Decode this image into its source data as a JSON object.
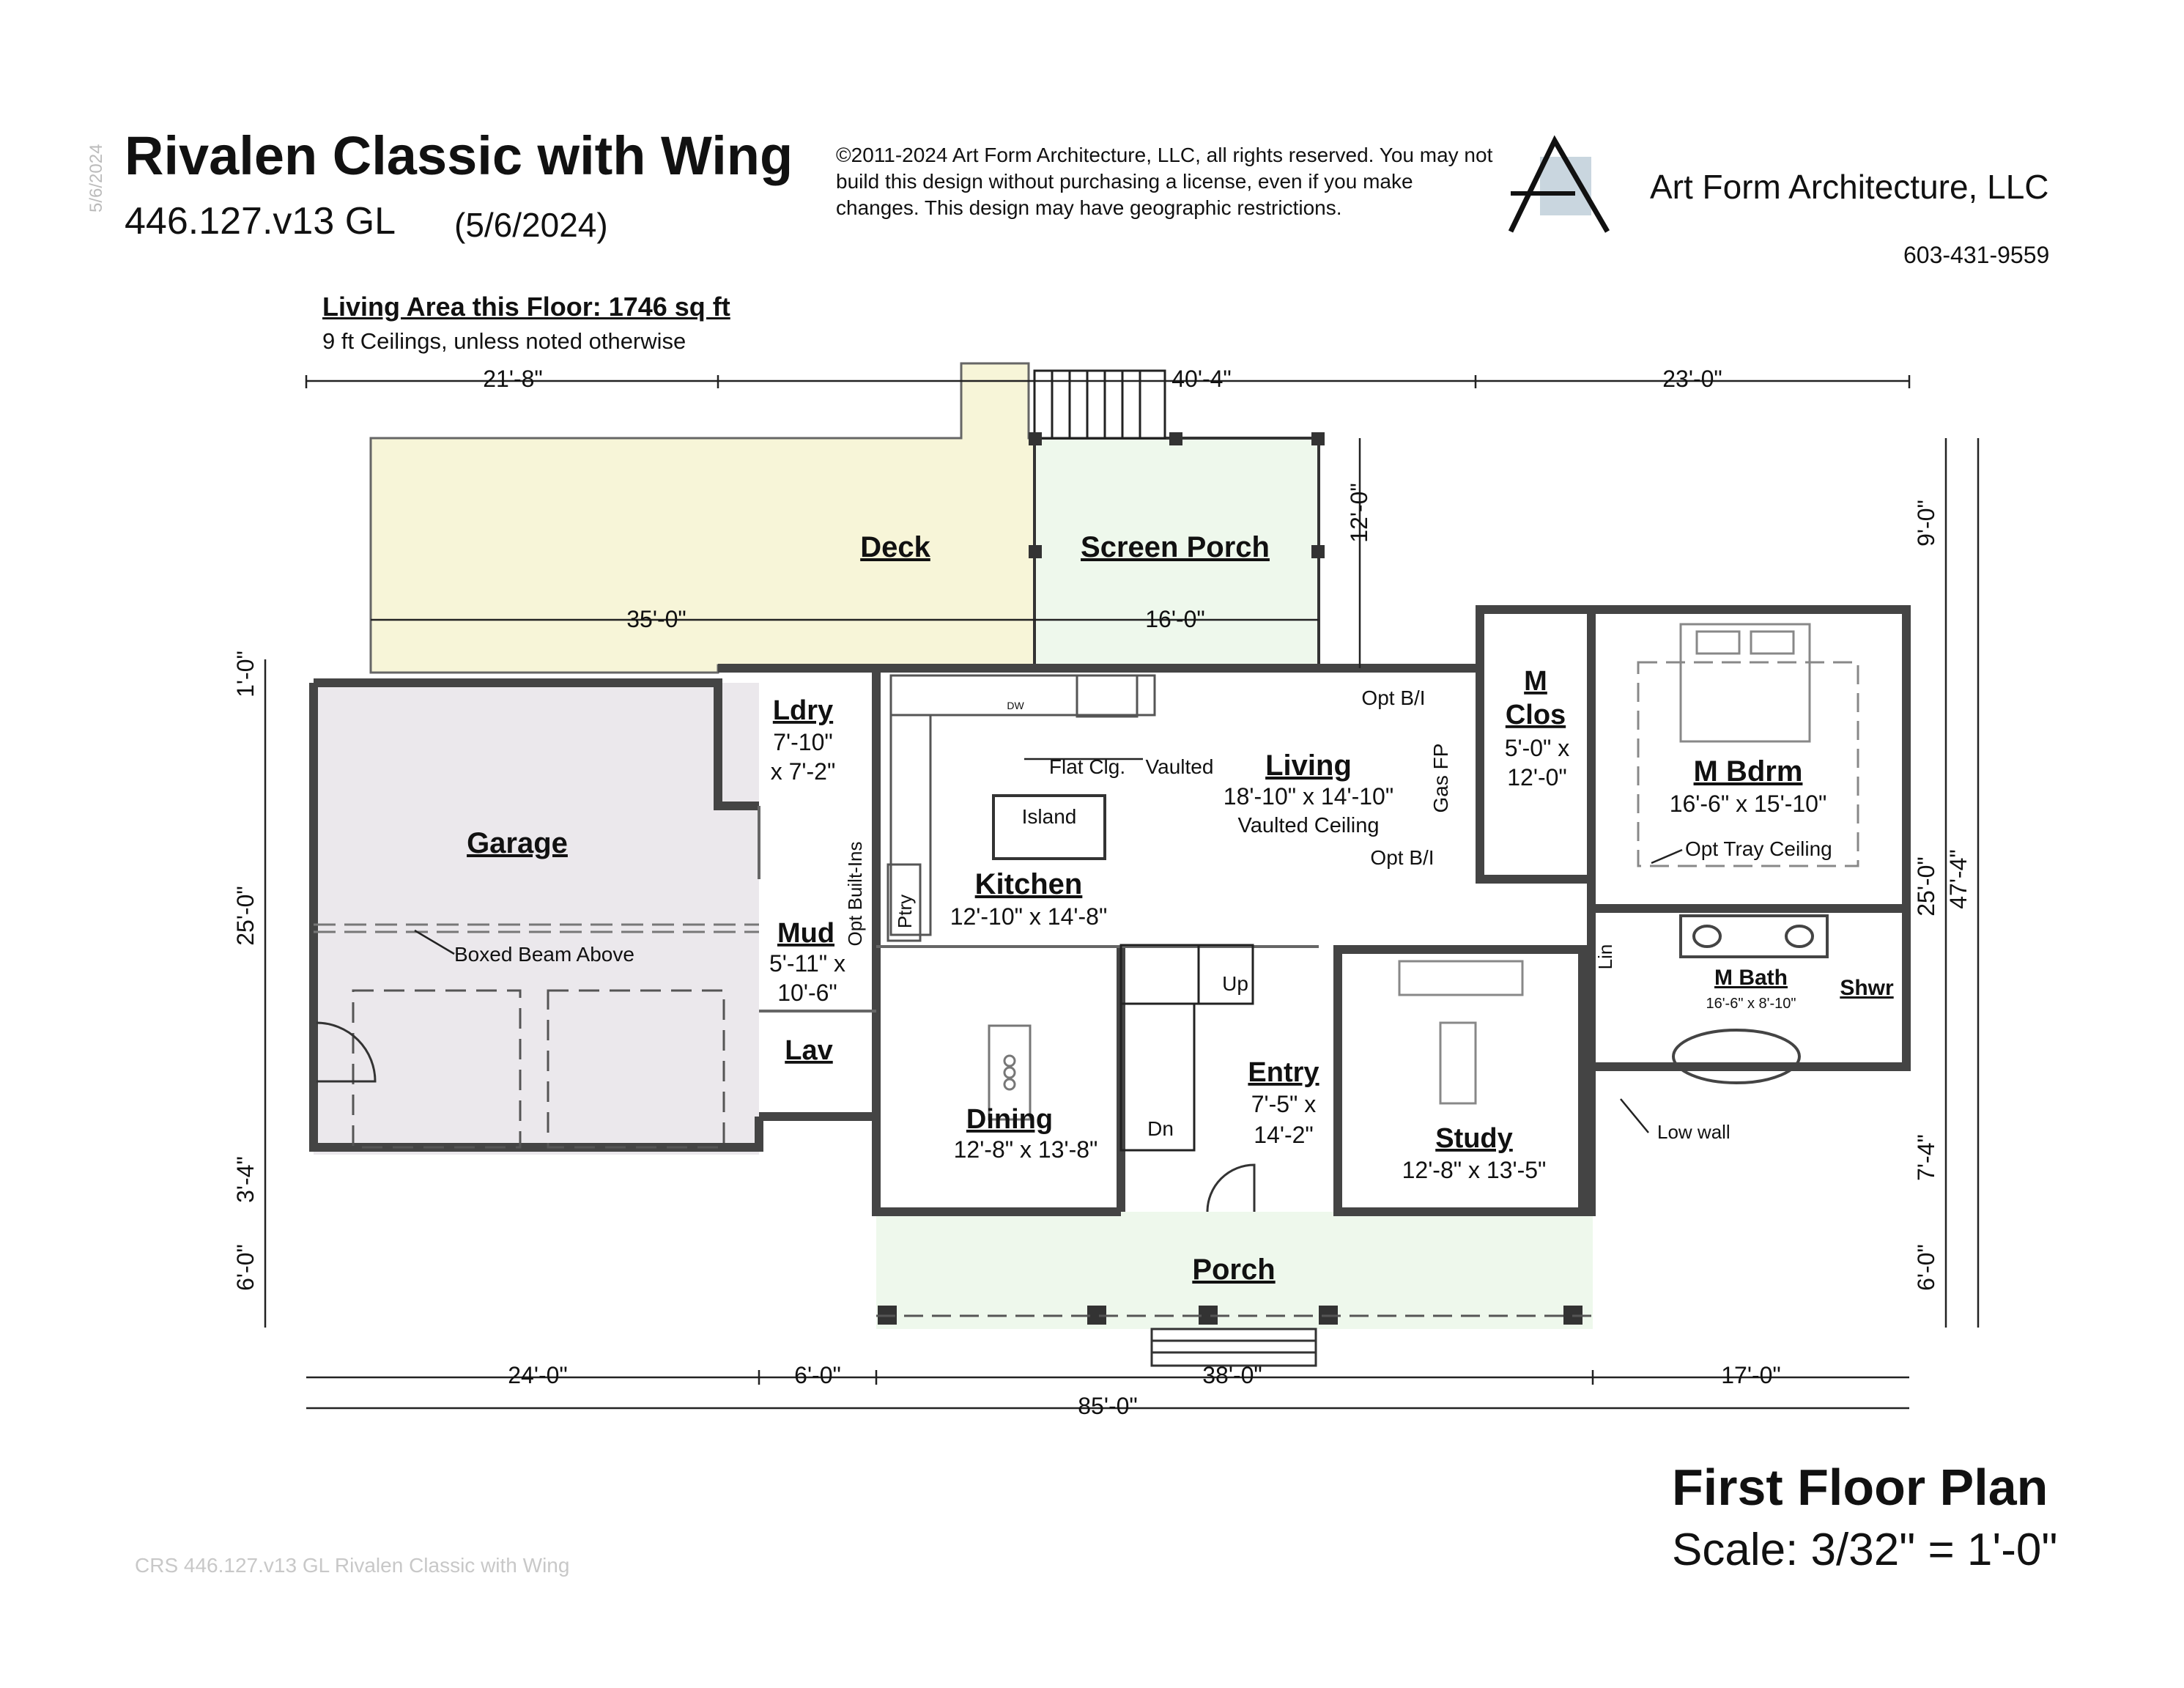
{
  "header": {
    "title": "Rivalen Classic with Wing",
    "plan_number": "446.127.v13 GL",
    "plan_date": "(5/6/2024)",
    "side_date": "5/6/2024",
    "copyright": "©2011-2024 Art Form Architecture, LLC, all rights reserved. You may not build this design without purchasing a license, even if you make changes. This design may have geographic restrictions.",
    "firm_name": "Art Form Architecture, LLC",
    "phone": "603-431-9559"
  },
  "notes": {
    "living_area": "Living Area this Floor: 1746 sq ft",
    "ceilings": "9 ft Ceilings, unless noted otherwise"
  },
  "colors": {
    "deck": "#f7f5d8",
    "screen_porch": "#eef8ec",
    "porch": "#eef8ec",
    "garage": "#ebe8ec",
    "wall": "#444444",
    "logo_accent": "#c9d6df"
  },
  "dimensions": {
    "top_left": "21'-8\"",
    "top_mid": "40'-4\"",
    "top_right": "23'-0\"",
    "deck_width": "35'-0\"",
    "porch_width": "16'-0\"",
    "porch_depth": "12'-0\"",
    "left_1": "1'-0\"",
    "left_25": "25'-0\"",
    "left_3": "3'-4\"",
    "left_6": "6'-0\"",
    "right_9": "9'-0\"",
    "right_25": "25'-0\"",
    "right_47": "47'-4\"",
    "right_7": "7'-4\"",
    "right_6": "6'-0\"",
    "bottom_24": "24'-0\"",
    "bottom_6": "6'-0\"",
    "bottom_38": "38'-0\"",
    "bottom_17": "17'-0\"",
    "overall": "85'-0\""
  },
  "rooms": {
    "deck": "Deck",
    "screen_porch": "Screen Porch",
    "garage": "Garage",
    "boxed_beam": "Boxed Beam Above",
    "laundry": "Ldry",
    "laundry_size_1": "7'-10\"",
    "laundry_size_2": "x 7'-2\"",
    "mud": "Mud",
    "mud_size_1": "5'-11\" x",
    "mud_size_2": "10'-6\"",
    "lav": "Lav",
    "opt_builtins": "Opt Built-Ins",
    "pantry": "Ptry",
    "kitchen": "Kitchen",
    "kitchen_size": "12'-10\" x 14'-8\"",
    "island": "Island",
    "dw": "DW",
    "flat_ceiling": "Flat Clg.",
    "vaulted": "Vaulted",
    "living": "Living",
    "living_size": "18'-10\" x 14'-10\"",
    "living_ceiling": "Vaulted Ceiling",
    "opt_bi_top": "Opt B/I",
    "opt_bi_bottom": "Opt B/I",
    "gas_fp": "Gas FP",
    "dining": "Dining",
    "dining_size": "12'-8\" x 13'-8\"",
    "up": "Up",
    "dn": "Dn",
    "entry": "Entry",
    "entry_size_1": "7'-5\" x",
    "entry_size_2": "14'-2\"",
    "study": "Study",
    "study_size": "12'-8\" x 13'-5\"",
    "m_clos_1": "M",
    "m_clos_2": "Clos",
    "m_clos_size_1": "5'-0\" x",
    "m_clos_size_2": "12'-0\"",
    "m_bdrm": "M Bdrm",
    "m_bdrm_size": "16'-6\" x 15'-10\"",
    "opt_tray": "Opt Tray Ceiling",
    "lin": "Lin",
    "m_bath": "M Bath",
    "m_bath_size": "16'-6\" x 8'-10\"",
    "shwr": "Shwr",
    "low_wall": "Low wall",
    "porch": "Porch"
  },
  "footer": {
    "sheet_title": "First Floor Plan",
    "scale": "Scale: 3/32\" = 1'-0\"",
    "reference": "CRS 446.127.v13 GL Rivalen Classic with Wing"
  }
}
